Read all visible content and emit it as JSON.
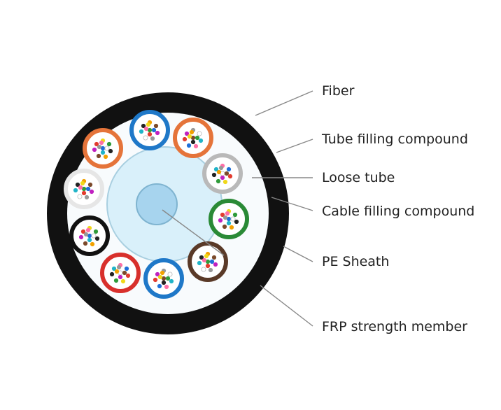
{
  "labels": {
    "fiber": "Fiber",
    "tube_filling": "Tube filling compound",
    "loose_tube": "Loose tube",
    "cable_filling": "Cable filling compound",
    "pe_sheath": "PE Sheath",
    "frp": "FRP strength member"
  },
  "colors": {
    "sheath": "#111111",
    "cable_fill": "#f8fbfd",
    "central_fill": "#d9f0fa",
    "central_ring": "#a9cfe0",
    "frp": "#a7d4ee",
    "leader_line": "#888888",
    "fiber_dots": [
      "#1e6fd9",
      "#e23b2e",
      "#f0d81a",
      "#2f9b3a",
      "#222222",
      "#f2a100",
      "#7b4a2b",
      "#c020c0",
      "#999999",
      "#ffffff",
      "#20b4c8",
      "#ff6fa8"
    ]
  },
  "tubes": [
    {
      "name": "tube-orange",
      "ring": "#e5743a"
    },
    {
      "name": "tube-blue-top",
      "ring": "#1f78c8"
    },
    {
      "name": "tube-orange-right",
      "ring": "#e5743a"
    },
    {
      "name": "tube-gray",
      "ring": "#b9b9b9"
    },
    {
      "name": "tube-green",
      "ring": "#2a8a36"
    },
    {
      "name": "tube-brown",
      "ring": "#5a3a28"
    },
    {
      "name": "tube-blue-bottom",
      "ring": "#1f78c8"
    },
    {
      "name": "tube-red",
      "ring": "#d8302c"
    },
    {
      "name": "tube-black",
      "ring": "#111111"
    },
    {
      "name": "tube-white",
      "ring": "#e6e6e6"
    }
  ]
}
